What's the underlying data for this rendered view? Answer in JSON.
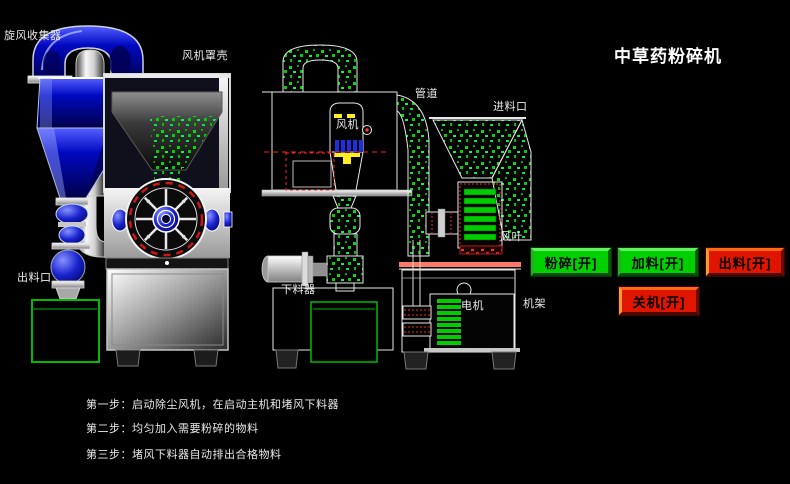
{
  "title": "中草药粉碎机",
  "colors": {
    "background": "#000000",
    "title_text": "#ffffff",
    "label_text": "#e9e9e9",
    "button_green": "#00d000",
    "button_red": "#e01500",
    "button_text": "#000000",
    "particle_green": "#00dd00",
    "machine_blue": "#0008c0",
    "alarm_red_dash": "#ff2222",
    "collection_box_green": "#00bb00"
  },
  "machine_labels": {
    "cyclone_collector": "旋风收集器",
    "fan_cover": "风机罩壳",
    "discharge_port": "出料口",
    "pipe": "管道",
    "feed_inlet": "进料口",
    "fan": "风机",
    "feeder": "下料器",
    "fan_blade": "风叶",
    "motor": "电机",
    "frame": "机架"
  },
  "buttons": {
    "crush": {
      "label": "粉碎[开]",
      "state_color": "green"
    },
    "feed": {
      "label": "加料[开]",
      "state_color": "green"
    },
    "discharge": {
      "label": "出料[开]",
      "state_color": "red"
    },
    "shutdown": {
      "label": "关机[开]",
      "state_color": "red"
    }
  },
  "instructions": [
    "第一步：启动除尘风机，在启动主机和堵风下料器",
    "第二步：均匀加入需要粉碎的物料",
    "第三步：堵风下料器自动排出合格物料"
  ]
}
